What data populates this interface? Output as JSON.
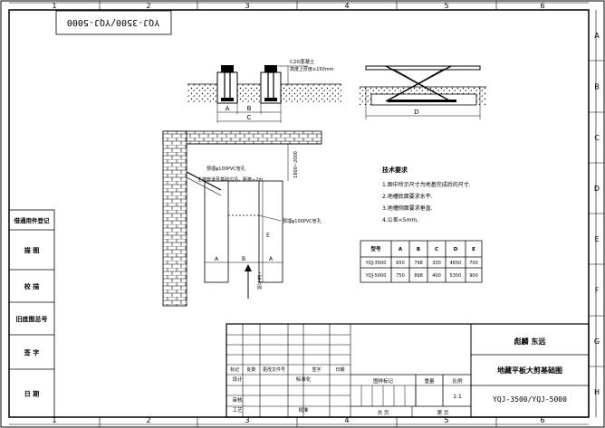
{
  "border": {
    "columns": [
      "1",
      "2",
      "3",
      "4",
      "5",
      "6"
    ],
    "rows": [
      "A",
      "B",
      "C",
      "D",
      "E",
      "F",
      "G",
      "H"
    ]
  },
  "header_model": "YQJ-3500/YQJ-5000",
  "left_panel": [
    "借通用件登记",
    "描 图",
    "校 描",
    "旧底图总号",
    "签 字",
    "日 期"
  ],
  "elevation": {
    "c20_label": "C20混凝土",
    "c20_sub": "高度上厚度≥150mm",
    "dim_a": "A",
    "dim_b": "B",
    "dim_c": "C"
  },
  "lift_view": {
    "dim_d": "D"
  },
  "plan": {
    "pipe_label_1": "预埋φ100PVC管孔",
    "pipe_label_2": "主排管道至基础边沿，距离≈2m",
    "pipe_label_3": "预埋φ100PVC管孔",
    "dim_vertical": "1800~2000",
    "dim_e": "E",
    "dim_a": "A",
    "dim_b": "B",
    "direction": "上车方向"
  },
  "requirements": {
    "title": "技术要求",
    "items": [
      "1.图中所示尺寸为地基完成后的尺寸.",
      "2.地槽底面要求水平.",
      "3.地槽侧面要求垂直.",
      "4.公差<5mm."
    ]
  },
  "dimension_table": {
    "headers": [
      "型号",
      "A",
      "B",
      "C",
      "D",
      "E"
    ],
    "rows": [
      [
        "YQJ-3500",
        "650",
        "798",
        "330",
        "4650",
        "700"
      ],
      [
        "YQJ-5000",
        "750",
        "898",
        "400",
        "5350",
        "900"
      ]
    ]
  },
  "title_block": {
    "company": "彪麟 东远",
    "drawing_name": "地藏平板大剪基础图",
    "drawing_no": "YQJ-3500/YQJ-5000",
    "rev_headers": [
      "标记",
      "处数",
      "更改文件号",
      "签字",
      "日期"
    ],
    "roles": [
      "设计",
      "标准化",
      "审核",
      "工艺",
      "批准"
    ],
    "stage_mark": "图样标记",
    "weight": "重量",
    "scale": "比例",
    "scale_value": "1:1",
    "sheets_total": "共 页",
    "sheet_no": "第 页"
  }
}
